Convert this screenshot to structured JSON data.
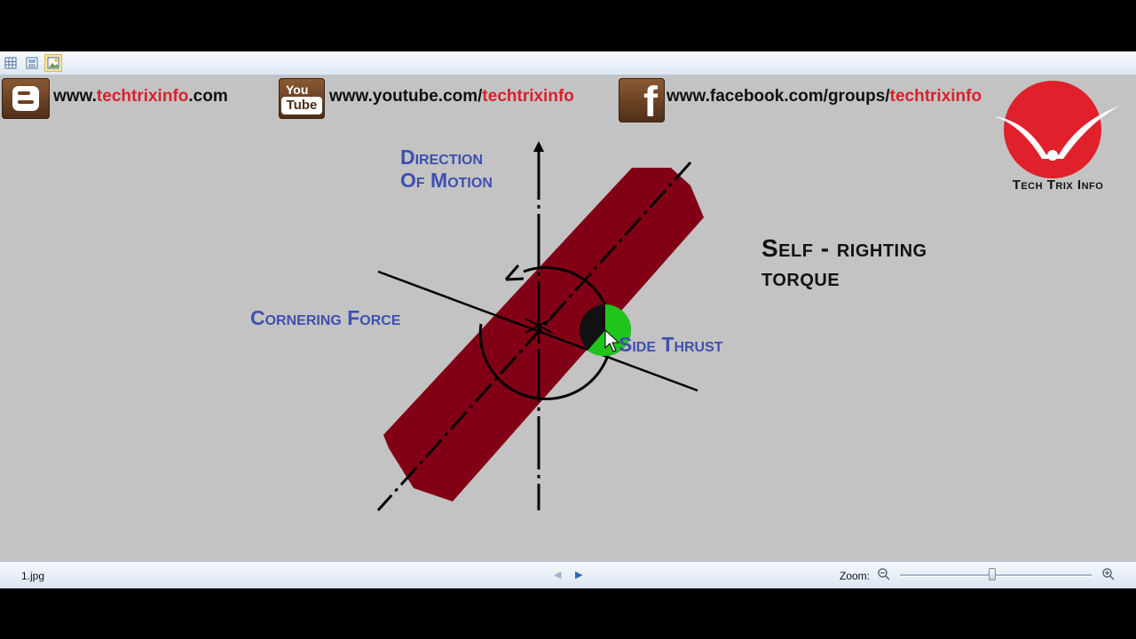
{
  "toolbar": {
    "buttons": [
      {
        "icon": "grid-view-icon",
        "active": false
      },
      {
        "icon": "thumbnails-icon",
        "active": false
      },
      {
        "icon": "single-image-icon",
        "active": true
      }
    ]
  },
  "social": [
    {
      "icon": "blogger-icon",
      "prefix": "www.",
      "highlight": "techtrixinfo",
      "suffix": ".com"
    },
    {
      "icon": "youtube-icon",
      "icon_text_top": "You",
      "icon_text_bottom": "Tube",
      "prefix": "www.youtube.com/",
      "highlight": "techtrixinfo",
      "suffix": ""
    },
    {
      "icon": "facebook-icon",
      "icon_text": "f",
      "prefix": "www.facebook.com/groups/",
      "highlight": "techtrixinfo",
      "suffix": ""
    }
  ],
  "brand": {
    "name": "Tech Trix Info",
    "logo_color": "#e0202a"
  },
  "diagram": {
    "direction_label_line1": "Direction",
    "direction_label_line2": "Of Motion",
    "cornering_force_label": "Cornering Force",
    "side_thrust_label": "Side Thrust",
    "torque_label_line1": "Self - righting",
    "torque_label_line2": "torque",
    "tyre_color": "#820015",
    "cursor_highlight_color": "#21c41d",
    "label_color": "#3f4fb0"
  },
  "status": {
    "filename": "1.jpg",
    "zoom_label": "Zoom:",
    "zoom_level": 0.48
  }
}
